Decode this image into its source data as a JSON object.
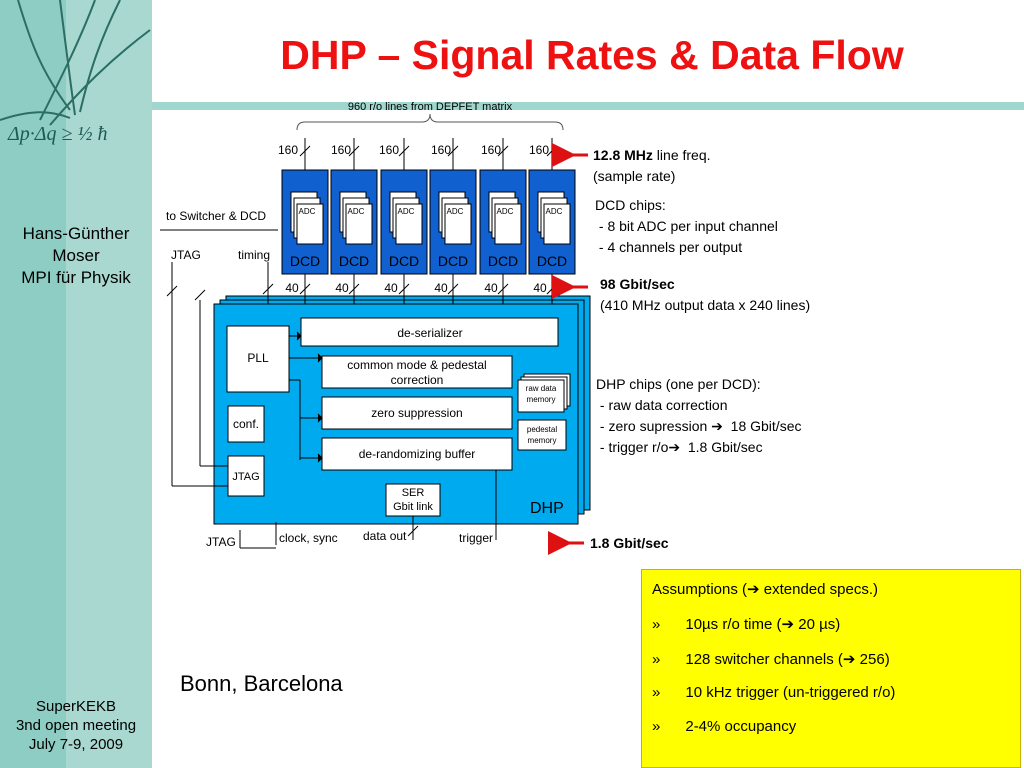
{
  "slide": {
    "title": "DHP – Signal Rates & Data Flow",
    "author": [
      "Hans-Günther",
      "Moser",
      "MPI für Physik"
    ],
    "meeting": [
      "SuperKEKB",
      "3nd open meeting",
      "July 7-9, 2009"
    ],
    "location": "Bonn, Barcelona",
    "logo_text": "Δp·Δq ≥ ½ ħ"
  },
  "diagram": {
    "top_label": "960 r/o lines from DEPFET matrix",
    "input_lines": [
      "160",
      "160",
      "160",
      "160",
      "160",
      "160"
    ],
    "output_lines": [
      "40",
      "40",
      "40",
      "40",
      "40",
      "40"
    ],
    "dcd_label": "DCD",
    "adc_label": "ADC",
    "switcher_label": "to Switcher & DCD",
    "jtag_label": "JTAG",
    "timing_label": "timing",
    "blocks": {
      "deserializer": "de-serializer",
      "pll": "PLL",
      "common_mode": [
        "common mode & pedestal",
        "correction"
      ],
      "zero_suppression": "zero suppression",
      "derandomizing": "de-randomizing buffer",
      "conf": "conf.",
      "jtag": "JTAG",
      "raw_data_memory": [
        "raw data",
        "memory"
      ],
      "pedestal_memory": [
        "pedestal",
        "memory"
      ],
      "ser": [
        "SER",
        "Gbit link"
      ],
      "dhp": "DHP"
    },
    "bottom_signals": {
      "jtag": "JTAG",
      "clock_sync": "clock, sync",
      "data_out": "data out",
      "trigger": "trigger"
    }
  },
  "annotations": {
    "line_freq_bold": "12.8 MHz",
    "line_freq_rest": " line freq.",
    "sample_rate": "(sample rate)",
    "dcd_chips": "DCD chips:",
    "dcd_1": " - 8 bit ADC per input channel",
    "dcd_2": " - 4 channels per output",
    "rate_98": "98 Gbit/sec",
    "rate_98_detail": "(410 MHz output data x 240 lines)",
    "dhp_chips": "DHP chips (one per DCD):",
    "dhp_1": " - raw data correction",
    "dhp_2": " - zero supression ➔  18 Gbit/sec",
    "dhp_3": " - trigger r/o➔  1.8 Gbit/sec",
    "rate_out": "1.8 Gbit/sec"
  },
  "assumptions": {
    "title": "Assumptions (➔ extended specs.)",
    "items": [
      "»      10µs r/o time (➔ 20 µs)",
      "»      128 switcher channels (➔ 256)",
      "»      10 kHz trigger (un-triggered r/o)",
      "»      2-4% occupancy"
    ]
  },
  "colors": {
    "title": "#ee1111",
    "chip_blue": "#00aaee",
    "dcd_blue": "#1060d0",
    "sidebar": "#a8d8d0",
    "arrow_red": "#dd1111",
    "assumption_bg": "#ffff00"
  }
}
